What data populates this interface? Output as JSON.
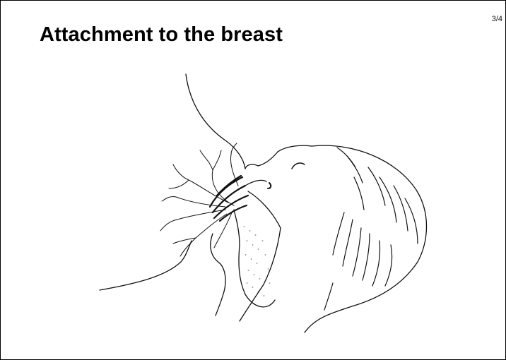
{
  "slide": {
    "page_number": "3/4",
    "title": "Attachment to the breast"
  },
  "illustration": {
    "subject": "infant-attached-to-breast-line-drawing",
    "stroke_color": "#111111",
    "background_color": "#ffffff"
  }
}
